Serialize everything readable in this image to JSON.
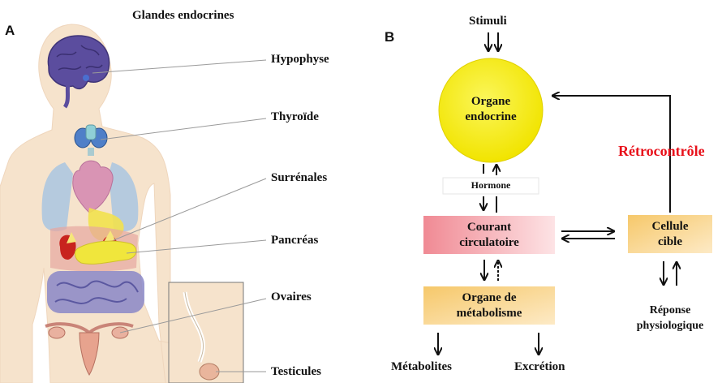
{
  "panel_a": {
    "letter": "A",
    "title": "Glandes endocrines",
    "glands": [
      "Hypophyse",
      "Thyroïde",
      "Surrénales",
      "Pancréas",
      "Ovaires",
      "Testicules"
    ]
  },
  "panel_b": {
    "letter": "B",
    "stimuli": "Stimuli",
    "endocrine_organ": "Organe endocrine",
    "hormone": "Hormone",
    "circulation": "Courant circulatoire",
    "target_cell": "Cellule cible",
    "feedback": "Rétrocontrôle",
    "metabolism_organ": "Organe de métabolisme",
    "response": "Réponse physiologique",
    "metabolites": "Métabolites",
    "excretion": "Excrétion"
  },
  "colors": {
    "endocrine_yellow": "#f7ef1a",
    "feedback_red": "#e8101a",
    "circulation_pink": "#f5a7ae",
    "target_orange": "#f8d486",
    "skin": "#f6e3cc"
  }
}
